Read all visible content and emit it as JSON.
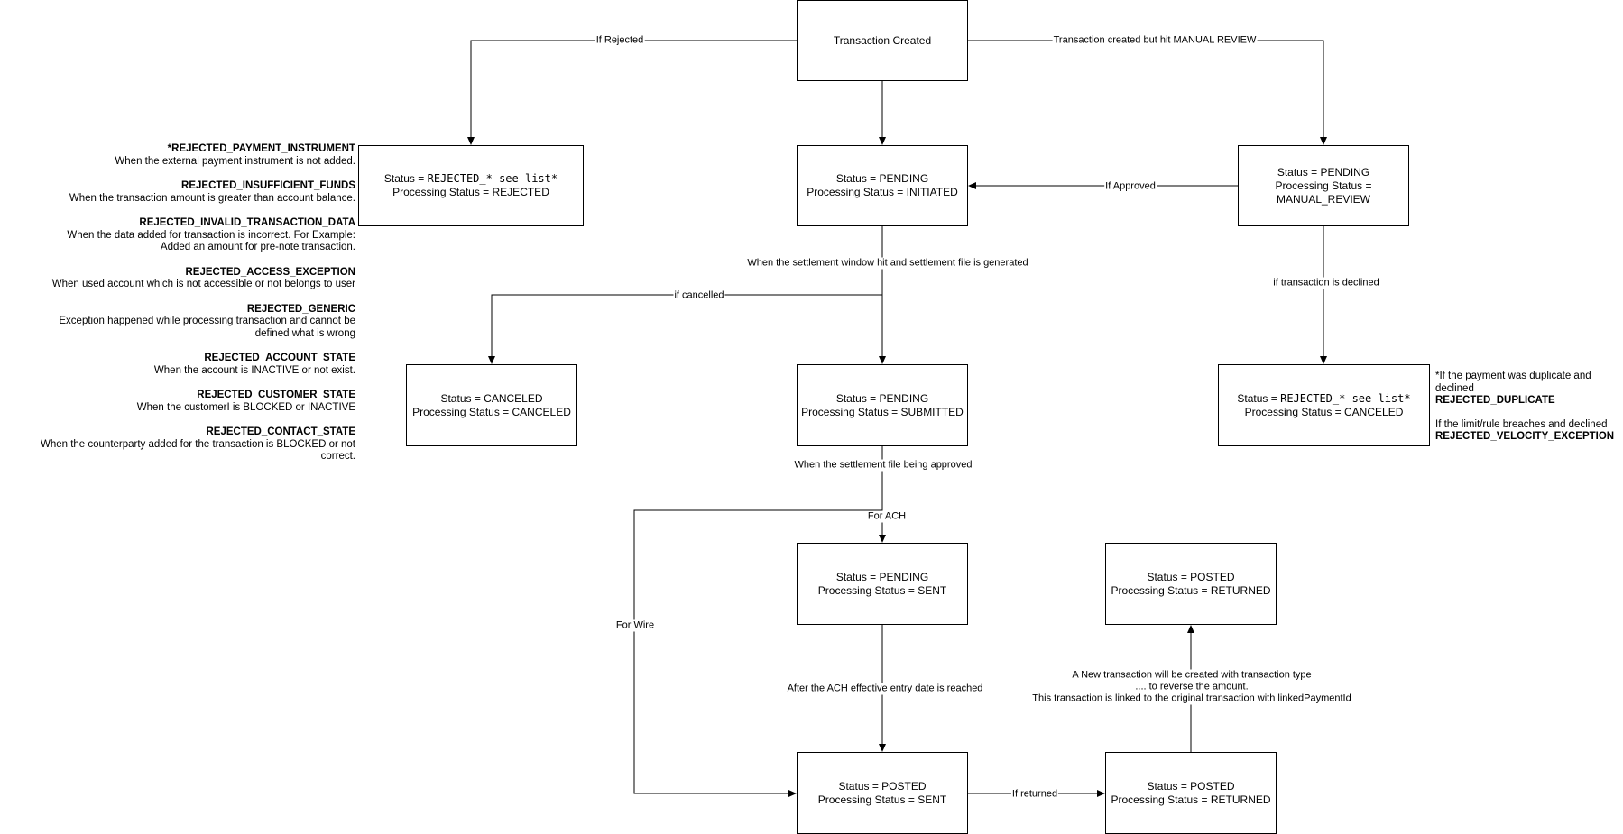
{
  "nodes": {
    "created": {
      "label": "Transaction Created"
    },
    "rejected": {
      "status_prefix": "Status = ",
      "status_mono": "REJECTED_* see list*",
      "processing": "Processing Status = REJECTED"
    },
    "pending_initiated": {
      "status": "Status = PENDING",
      "processing": "Processing Status = INITIATED"
    },
    "manual_review": {
      "status": "Status = PENDING",
      "processing_line1": "Processing Status =",
      "processing_line2": "MANUAL_REVIEW"
    },
    "canceled": {
      "status": "Status = CANCELED",
      "processing": "Processing Status = CANCELED"
    },
    "pending_submitted": {
      "status": "Status = PENDING",
      "processing": "Processing Status = SUBMITTED"
    },
    "rejected_canceled": {
      "status_prefix": "Status = ",
      "status_mono": "REJECTED_* see list*",
      "processing": "Processing Status = CANCELED"
    },
    "pending_sent": {
      "status": "Status = PENDING",
      "processing": "Processing Status = SENT"
    },
    "posted_returned_top": {
      "status": "Status = POSTED",
      "processing": "Processing Status = RETURNED"
    },
    "posted_sent": {
      "status": "Status = POSTED",
      "processing": "Processing Status = SENT"
    },
    "posted_returned": {
      "status": "Status = POSTED",
      "processing": "Processing Status = RETURNED"
    }
  },
  "edges": {
    "if_rejected": "If Rejected",
    "manual_review": "Transaction created but hit MANUAL REVIEW",
    "if_approved": "If Approved",
    "settlement_window": "When the settlement window hit and settlement file is generated",
    "if_cancelled": "if cancelled",
    "if_declined": "if transaction is declined",
    "settlement_approved": "When the settlement file being approved",
    "for_ach": "For ACH",
    "for_wire": "For Wire",
    "ach_effective": "After the ACH effective entry date is reached",
    "if_returned": "If returned",
    "reverse_line1": "A New transaction will be created with transaction type",
    "reverse_line2": ".... to reverse the amount.",
    "reverse_line3": "This transaction is linked to the original transaction with linkedPaymentId"
  },
  "rejection_reasons": [
    {
      "code": "*REJECTED_PAYMENT_INSTRUMENT",
      "desc": "When the external payment instrument is not added."
    },
    {
      "code": "REJECTED_INSUFFICIENT_FUNDS",
      "desc": "When the transaction amount is greater than account balance."
    },
    {
      "code": "REJECTED_INVALID_TRANSACTION_DATA",
      "desc": "When the data added for transaction is incorrect. For Example:\nAdded an amount for pre-note transaction."
    },
    {
      "code": "REJECTED_ACCESS_EXCEPTION",
      "desc": "When used account which is not accessible or not belongs to user"
    },
    {
      "code": "REJECTED_GENERIC",
      "desc": "Exception happened while processing transaction and cannot be\ndefined what is wrong"
    },
    {
      "code": "REJECTED_ACCOUNT_STATE",
      "desc": "When the account is INACTIVE or not exist."
    },
    {
      "code": "REJECTED_CUSTOMER_STATE",
      "desc": "When the customerI is BLOCKED or INACTIVE"
    },
    {
      "code": "REJECTED_CONTACT_STATE",
      "desc": "When the counterparty added for the transaction is BLOCKED or not\ncorrect."
    }
  ],
  "declined_notes": {
    "duplicate_desc_line1": "*If the payment was duplicate and",
    "duplicate_desc_line2": "declined",
    "duplicate_code": "REJECTED_DUPLICATE",
    "velocity_desc": "If the limit/rule breaches and declined",
    "velocity_code": "REJECTED_VELOCITY_EXCEPTION"
  }
}
